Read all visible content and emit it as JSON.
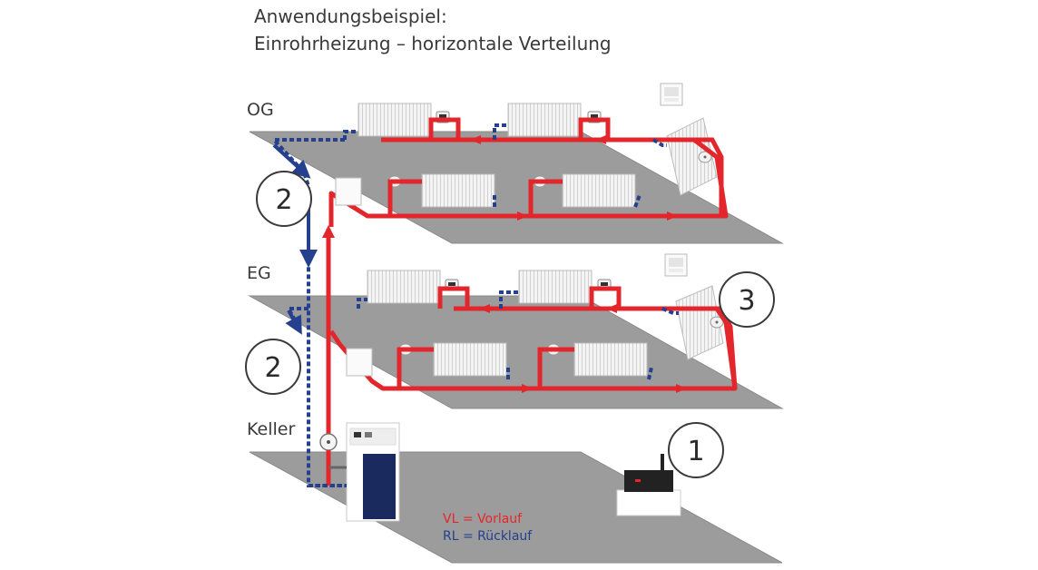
{
  "title": {
    "line1": "Anwendungsbeispiel:",
    "line2": "Einrohrheizung – horizontale Verteilung"
  },
  "floors": {
    "og": "OG",
    "eg": "EG",
    "keller": "Keller"
  },
  "legend": {
    "vl": "VL = Vorlauf",
    "rl": "RL = Rücklauf"
  },
  "markers": {
    "og_callout": "2",
    "eg_callout": "2",
    "eg_right_callout": "3",
    "keller_callout": "1"
  },
  "colors": {
    "supply_red": "#e3262b",
    "return_blue": "#24408e",
    "floor_grey": "#9c9c9c",
    "text": "#3a3a3a"
  },
  "icons": [
    "radiator-icon",
    "thermostat-icon",
    "room-controller-icon",
    "boiler-icon",
    "pump-icon",
    "gateway-icon",
    "flow-arrow-icon"
  ]
}
